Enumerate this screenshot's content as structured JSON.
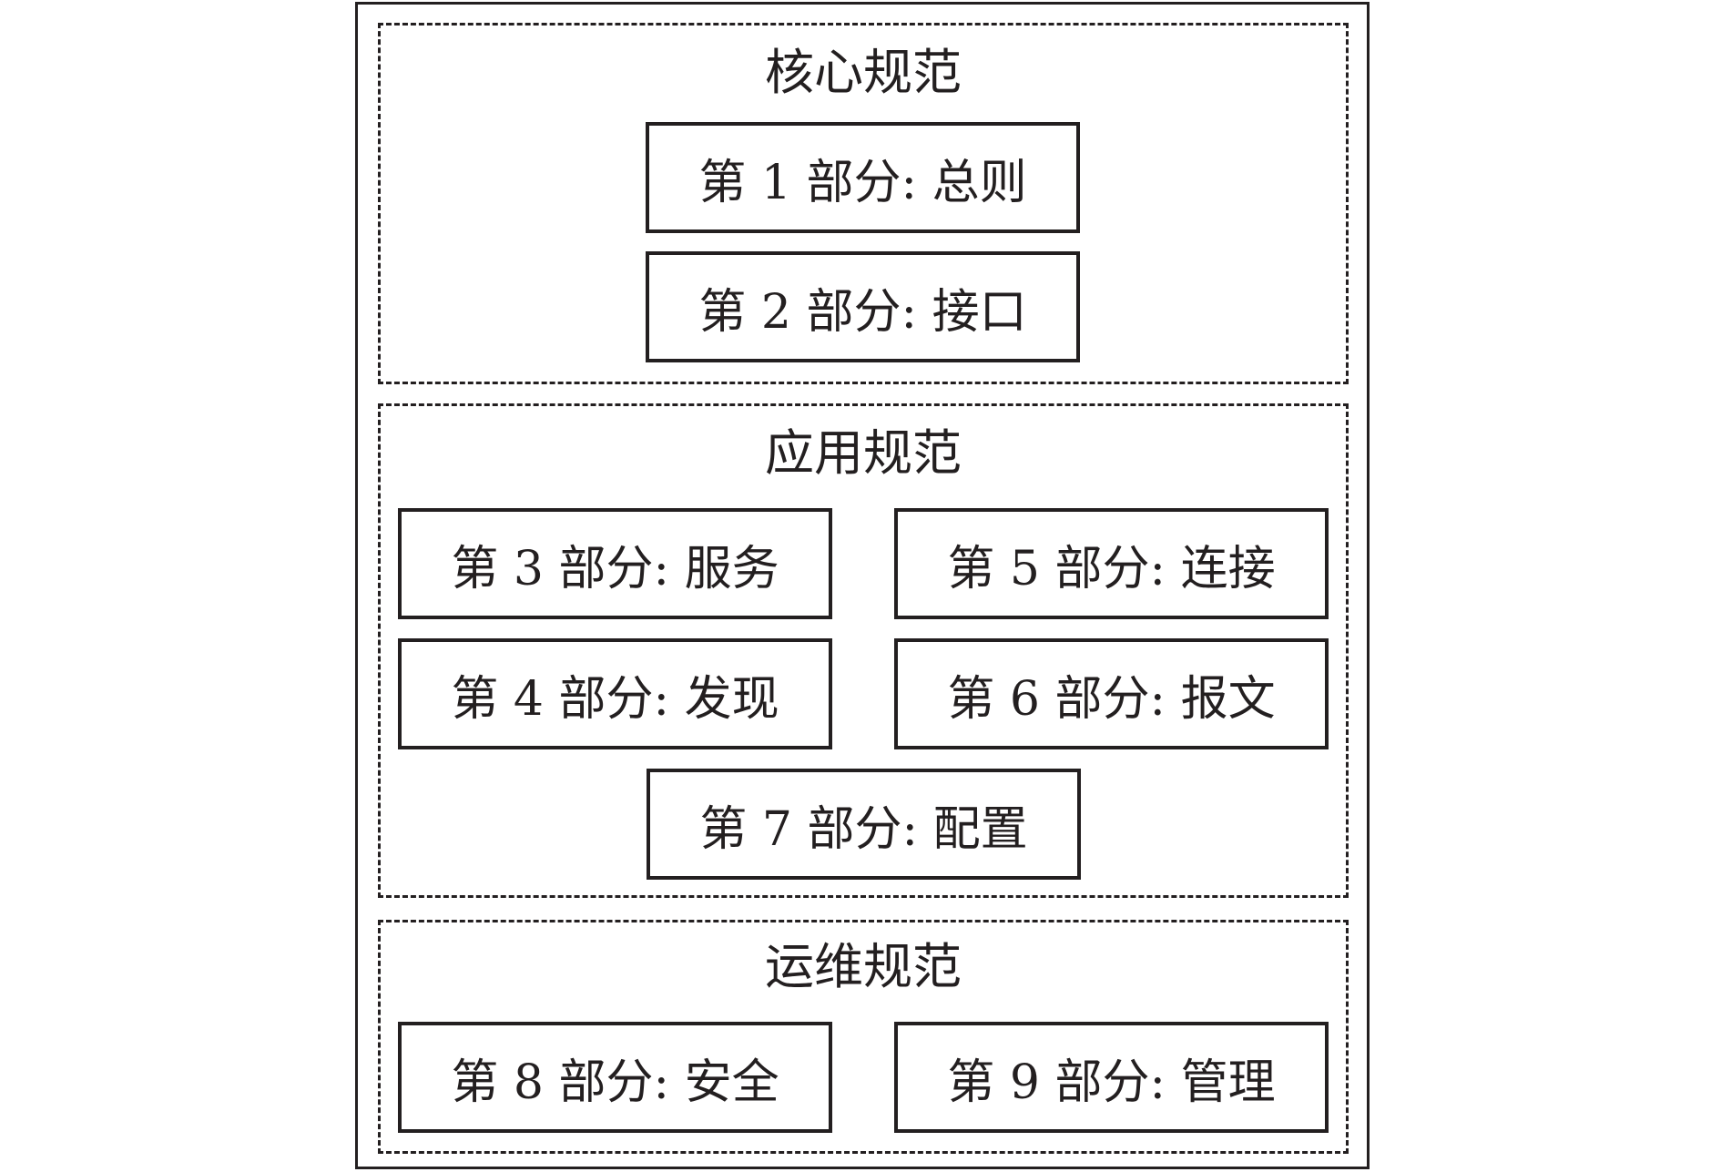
{
  "groups": {
    "core": {
      "title": "核心规范",
      "parts": [
        "第 1 部分: 总则",
        "第 2 部分: 接口"
      ]
    },
    "application": {
      "title": "应用规范",
      "parts": [
        "第 3 部分: 服务",
        "第 4 部分: 发现",
        "第 5 部分: 连接",
        "第 6 部分: 报文",
        "第 7 部分: 配置"
      ]
    },
    "operations": {
      "title": "运维规范",
      "parts": [
        "第 8 部分: 安全",
        "第 9 部分: 管理"
      ]
    }
  }
}
